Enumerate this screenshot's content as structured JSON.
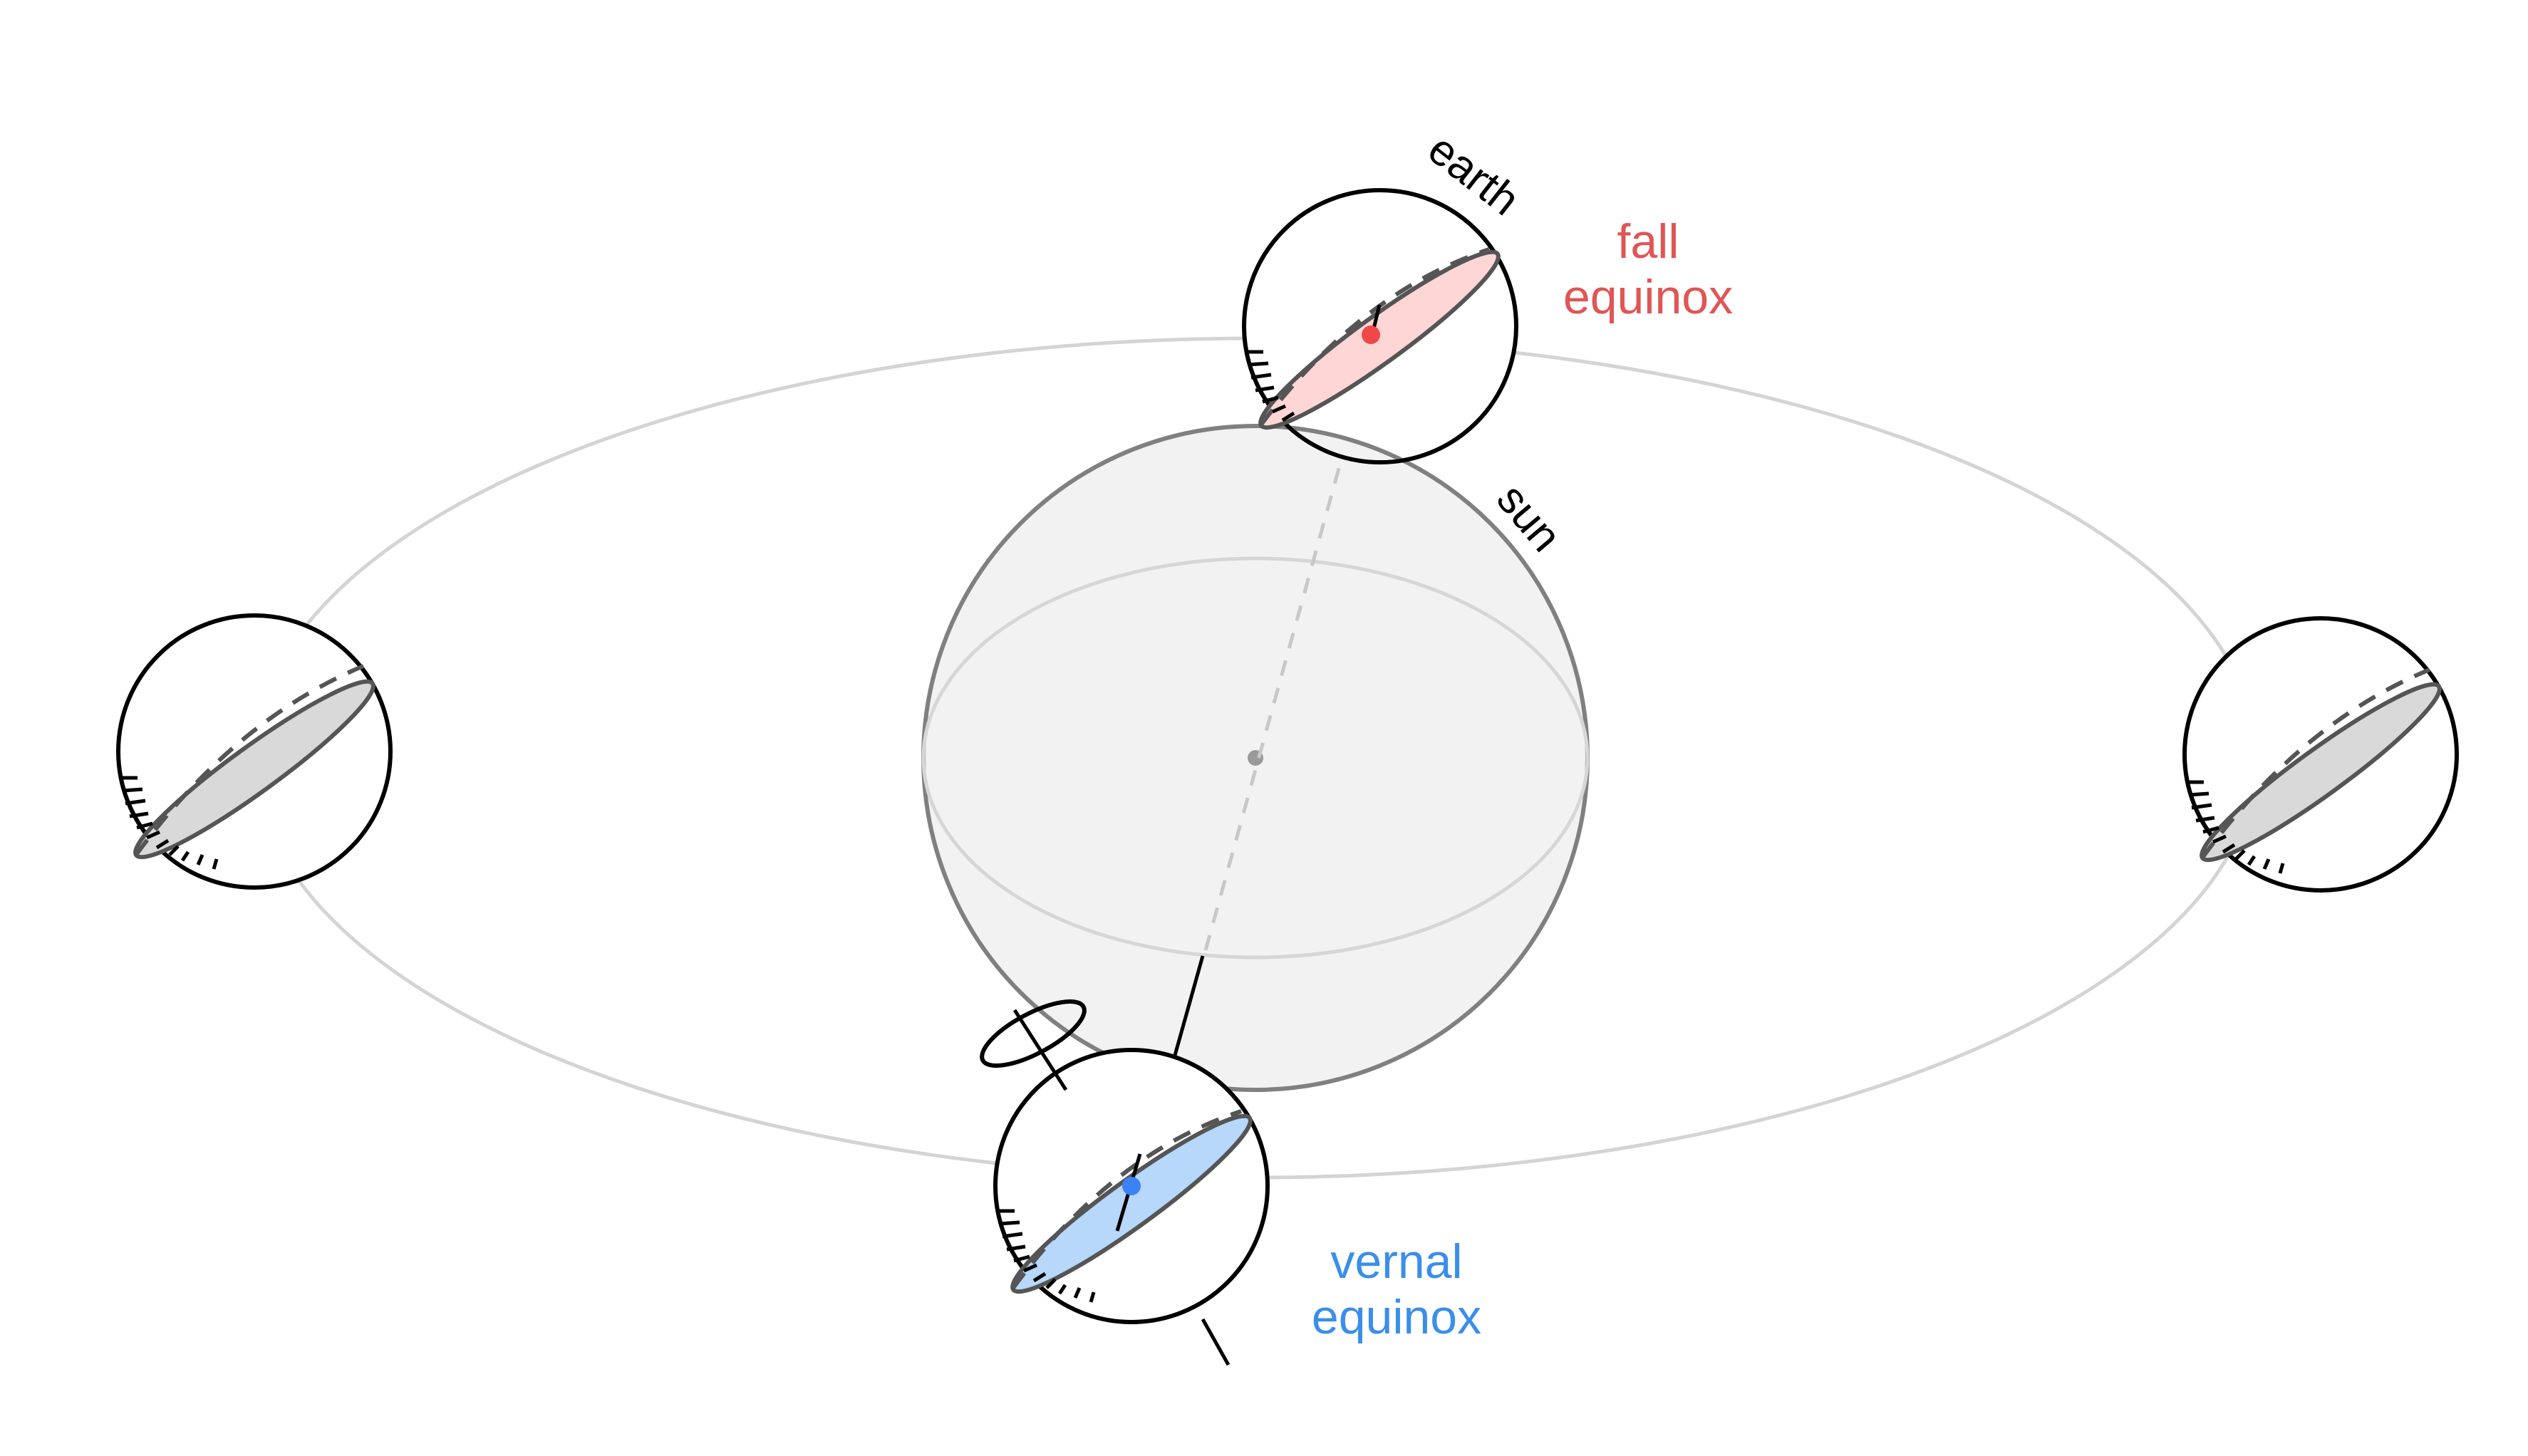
{
  "labels": {
    "earth": "earth",
    "sun": "sun",
    "fall_equinox_line1": "fall",
    "fall_equinox_line2": "equinox",
    "vernal_equinox_line1": "vernal",
    "vernal_equinox_line2": "equinox"
  },
  "colors": {
    "background": "#ffffff",
    "orbit": "#d4d4d4",
    "sun_fill": "#f2f2f2",
    "sun_stroke": "#808080",
    "sun_equator": "#d6d6d6",
    "earth_stroke": "#000000",
    "plane_grey_fill": "#d9d9d9",
    "plane_stroke": "#555555",
    "fall_plane_fill": "#ffd6d6",
    "fall_marker": "#f04848",
    "fall_label": "#e05555",
    "vernal_plane_fill": "#b7d7fb",
    "vernal_marker": "#3b82f6",
    "vernal_label": "#3b8eea",
    "axis_dashed": "#c8c8c8",
    "sun_center_dot": "#999999"
  }
}
